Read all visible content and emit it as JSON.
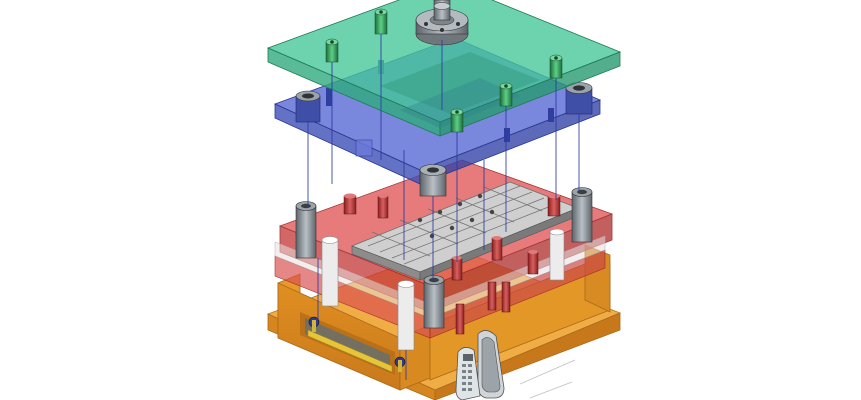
{
  "image": {
    "subject": "exploded-injection-mold-assembly",
    "view": "isometric-exploded",
    "colors": {
      "top_clamp_plate": "#3dbf93",
      "cavity_plate": "#4f63c9",
      "core_plate": "#d94a4a",
      "ejector_housing": "#e8a33a",
      "support_block": "#d98a1f",
      "bolt_green": "#2e9a55",
      "pin_blue": "#3345a8",
      "bushing_gray": "#7b8288",
      "background": "#ffffff"
    },
    "components": [
      {
        "name": "top-clamp-plate",
        "icon": "green-plate"
      },
      {
        "name": "locating-ring",
        "icon": "steel-ring"
      },
      {
        "name": "cavity-plate",
        "icon": "blue-plate"
      },
      {
        "name": "core-plate",
        "icon": "red-plate"
      },
      {
        "name": "core-insert",
        "icon": "gray-insert"
      },
      {
        "name": "ejector-box",
        "icon": "orange-box"
      },
      {
        "name": "molded-phone-housing",
        "icon": "phone-part"
      }
    ]
  }
}
